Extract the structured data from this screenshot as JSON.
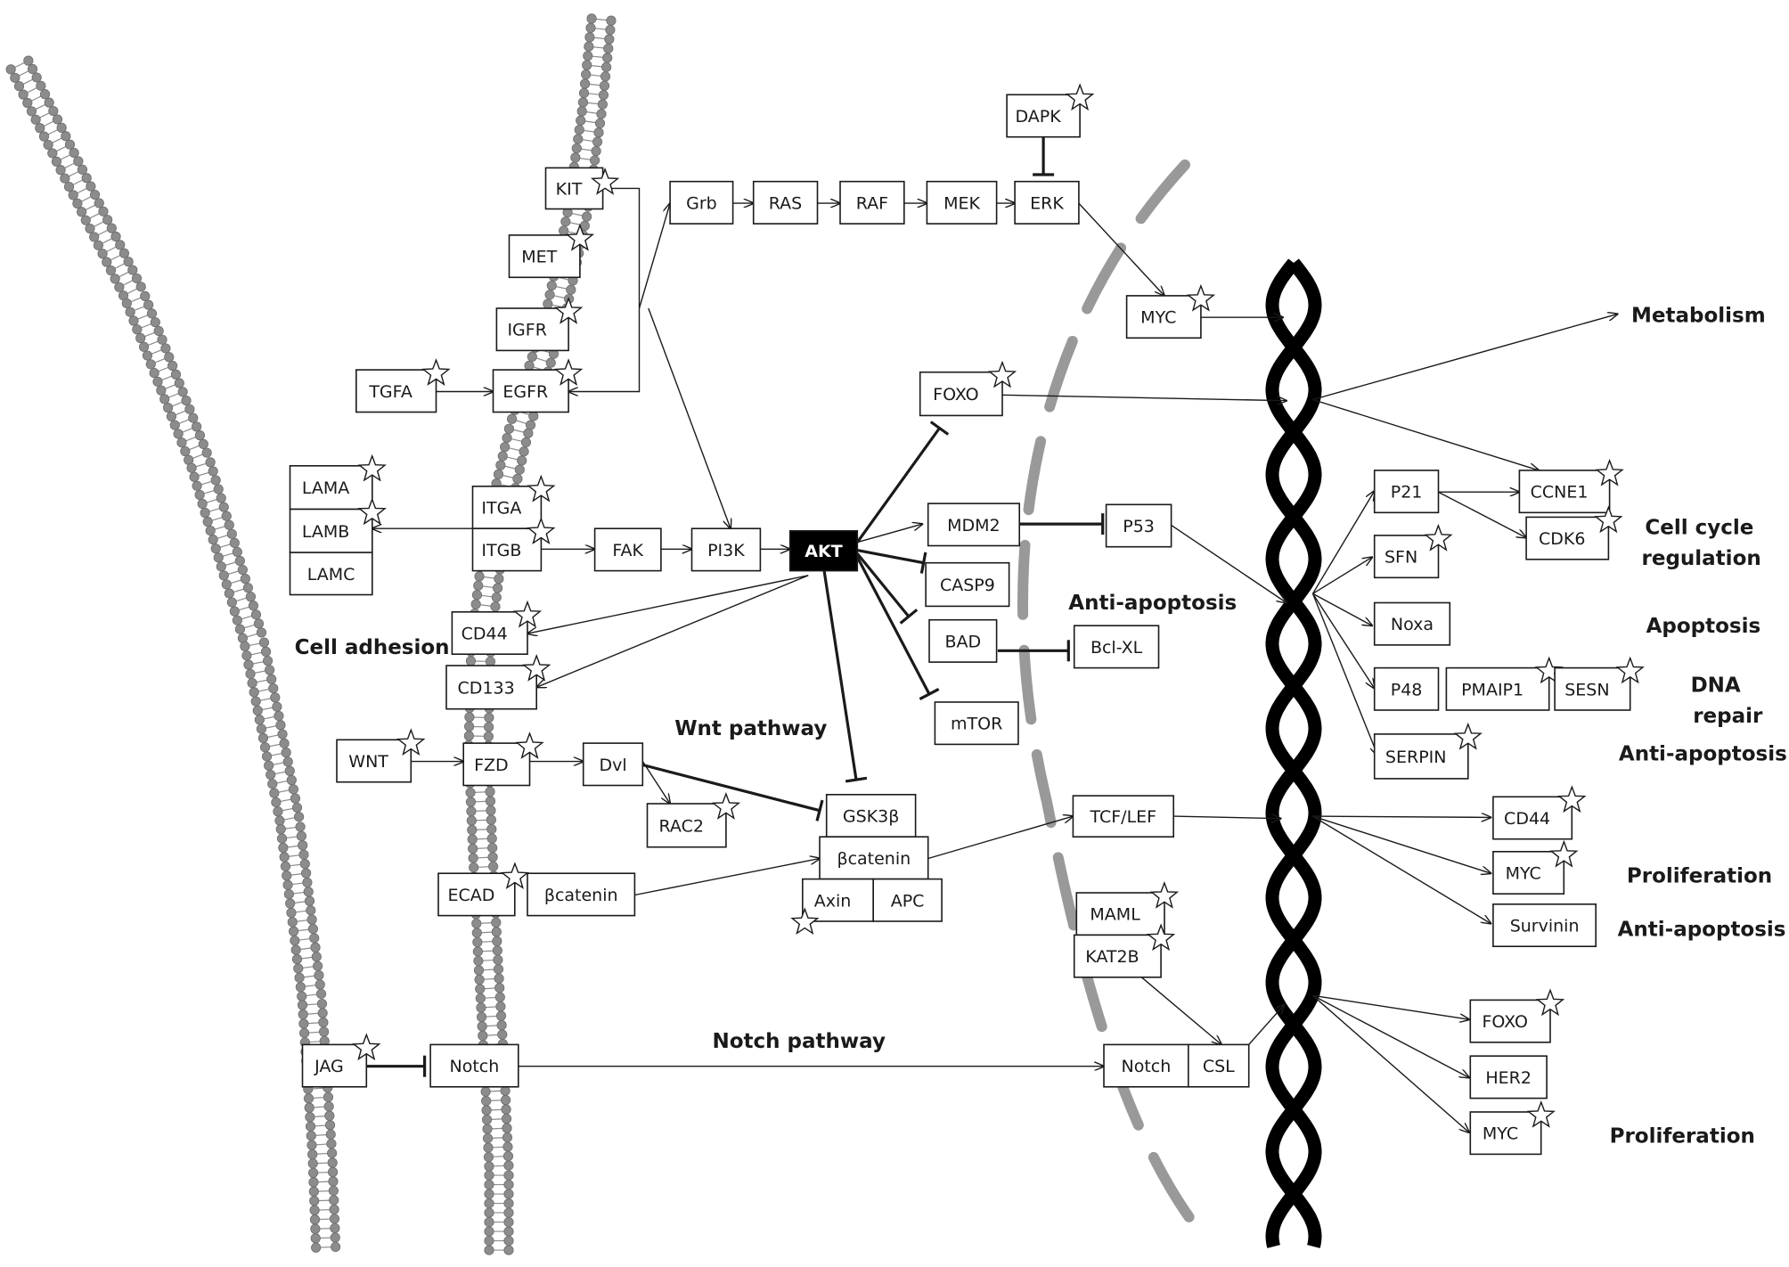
{
  "nodes": [
    {
      "id": "kit",
      "label": "KIT",
      "star": true
    },
    {
      "id": "met",
      "label": "MET",
      "star": true
    },
    {
      "id": "igfr",
      "label": "IGFR",
      "star": true
    },
    {
      "id": "egfr",
      "label": "EGFR",
      "star": true
    },
    {
      "id": "tgfa",
      "label": "TGFA",
      "star": true
    },
    {
      "id": "lama",
      "label": "LAMA",
      "star": true
    },
    {
      "id": "lamb",
      "label": "LAMB",
      "star": true
    },
    {
      "id": "lamc",
      "label": "LAMC",
      "star": false
    },
    {
      "id": "itga",
      "label": "ITGA",
      "star": true
    },
    {
      "id": "itgb",
      "label": "ITGB",
      "star": true
    },
    {
      "id": "fak",
      "label": "FAK",
      "star": false
    },
    {
      "id": "pi3k",
      "label": "PI3K",
      "star": false
    },
    {
      "id": "akt",
      "label": "AKT",
      "star": false
    },
    {
      "id": "cd44a",
      "label": "CD44",
      "star": true
    },
    {
      "id": "cd133",
      "label": "CD133",
      "star": true
    },
    {
      "id": "wnt",
      "label": "WNT",
      "star": true
    },
    {
      "id": "fzd",
      "label": "FZD",
      "star": true
    },
    {
      "id": "dvl",
      "label": "Dvl",
      "star": false
    },
    {
      "id": "rac2",
      "label": "RAC2",
      "star": true
    },
    {
      "id": "gsk3b",
      "label": "GSK3β",
      "star": false
    },
    {
      "id": "bcat2",
      "label": "βcatenin",
      "star": false
    },
    {
      "id": "axin",
      "label": "Axin",
      "star": true
    },
    {
      "id": "apc",
      "label": "APC",
      "star": false
    },
    {
      "id": "ecad",
      "label": "ECAD",
      "star": true
    },
    {
      "id": "bcat1",
      "label": "βcatenin",
      "star": false
    },
    {
      "id": "jag",
      "label": "JAG",
      "star": true
    },
    {
      "id": "notch1",
      "label": "Notch",
      "star": false
    },
    {
      "id": "grb",
      "label": "Grb",
      "star": false
    },
    {
      "id": "ras",
      "label": "RAS",
      "star": false
    },
    {
      "id": "raf",
      "label": "RAF",
      "star": false
    },
    {
      "id": "mek",
      "label": "MEK",
      "star": false
    },
    {
      "id": "erk",
      "label": "ERK",
      "star": false
    },
    {
      "id": "dapk",
      "label": "DAPK",
      "star": true
    },
    {
      "id": "myc1",
      "label": "MYC",
      "star": true
    },
    {
      "id": "foxo1",
      "label": "FOXO",
      "star": true
    },
    {
      "id": "mdm2",
      "label": "MDM2",
      "star": false
    },
    {
      "id": "p53",
      "label": "P53",
      "star": false
    },
    {
      "id": "casp9",
      "label": "CASP9",
      "star": false
    },
    {
      "id": "bad",
      "label": "BAD",
      "star": false
    },
    {
      "id": "bclxl",
      "label": "Bcl-XL",
      "star": false
    },
    {
      "id": "mtor",
      "label": "mTOR",
      "star": false
    },
    {
      "id": "tcflef",
      "label": "TCF/LEF",
      "star": false
    },
    {
      "id": "maml",
      "label": "MAML",
      "star": true
    },
    {
      "id": "kat2b",
      "label": "KAT2B",
      "star": true
    },
    {
      "id": "notch2",
      "label": "Notch",
      "star": false
    },
    {
      "id": "csl",
      "label": "CSL",
      "star": false
    },
    {
      "id": "p21",
      "label": "P21",
      "star": false
    },
    {
      "id": "ccne1",
      "label": "CCNE1",
      "star": true
    },
    {
      "id": "cdk6",
      "label": "CDK6",
      "star": true
    },
    {
      "id": "sfn",
      "label": "SFN",
      "star": true
    },
    {
      "id": "noxa",
      "label": "Noxa",
      "star": false
    },
    {
      "id": "p48",
      "label": "P48",
      "star": false
    },
    {
      "id": "pmaip1",
      "label": "PMAIP1",
      "star": true
    },
    {
      "id": "sesn",
      "label": "SESN",
      "star": true
    },
    {
      "id": "serpin",
      "label": "SERPIN",
      "star": true
    },
    {
      "id": "cd44b",
      "label": "CD44",
      "star": true
    },
    {
      "id": "myc2",
      "label": "MYC",
      "star": true
    },
    {
      "id": "survinin",
      "label": "Survinin",
      "star": false
    },
    {
      "id": "foxo2",
      "label": "FOXO",
      "star": true
    },
    {
      "id": "her2",
      "label": "HER2",
      "star": false
    },
    {
      "id": "myc3",
      "label": "MYC",
      "star": true
    }
  ],
  "labels": [
    {
      "id": "metabolism",
      "text": "Metabolism"
    },
    {
      "id": "cellcycle1",
      "text": "Cell  cycle"
    },
    {
      "id": "cellcycle2",
      "text": "regulation"
    },
    {
      "id": "apoptosis",
      "text": "Apoptosis"
    },
    {
      "id": "dna1",
      "text": "DNA"
    },
    {
      "id": "dna2",
      "text": "repair"
    },
    {
      "id": "antiapop1",
      "text": "Anti-apoptosis"
    },
    {
      "id": "prolif1",
      "text": "Proliferation"
    },
    {
      "id": "antiapop2",
      "text": "Anti-apoptosis"
    },
    {
      "id": "prolif2",
      "text": "Proliferation"
    },
    {
      "id": "antiapop3",
      "text": "Anti-apoptosis"
    },
    {
      "id": "celladhesion",
      "text": "Cell adhesion"
    },
    {
      "id": "wntpathway",
      "text": "Wnt pathway"
    },
    {
      "id": "notchpathway",
      "text": "Notch pathway"
    }
  ],
  "colors": {
    "line": "#1a1a1a",
    "membrane": "#8c8c8c",
    "membrane_dark": "#6e6e6e",
    "nuclear": "#999999",
    "dna": "#000000"
  }
}
